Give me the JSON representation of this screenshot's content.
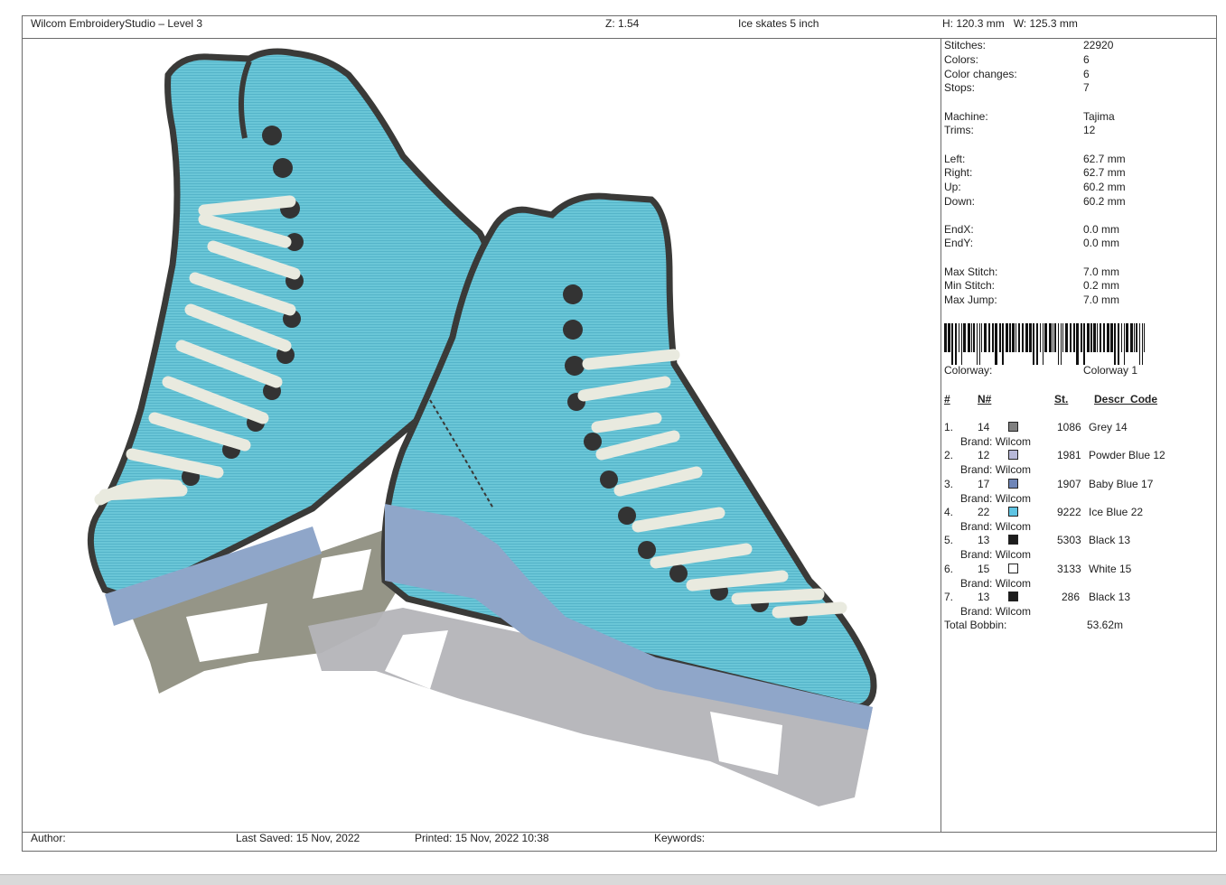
{
  "header": {
    "app_title": "Wilcom EmbroideryStudio – Level 3",
    "zoom": "Z: 1.54",
    "design_name": "Ice skates 5 inch",
    "size": "H: 120.3 mm   W: 125.3 mm"
  },
  "stats": [
    {
      "label": "Stitches:",
      "value": "22920"
    },
    {
      "label": "Colors:",
      "value": "6"
    },
    {
      "label": "Color changes:",
      "value": "6"
    },
    {
      "label": "Stops:",
      "value": "7"
    },
    {
      "label": "Machine:",
      "value": "Tajima"
    },
    {
      "label": "Trims:",
      "value": "12"
    },
    {
      "label": "Left:",
      "value": "62.7 mm"
    },
    {
      "label": "Right:",
      "value": "62.7 mm"
    },
    {
      "label": "Up:",
      "value": "60.2 mm"
    },
    {
      "label": "Down:",
      "value": "60.2 mm"
    },
    {
      "label": "EndX:",
      "value": "0.0 mm"
    },
    {
      "label": "EndY:",
      "value": "0.0 mm"
    },
    {
      "label": "Max Stitch:",
      "value": "7.0 mm"
    },
    {
      "label": "Min Stitch:",
      "value": "0.2 mm"
    },
    {
      "label": "Max Jump:",
      "value": "7.0 mm"
    }
  ],
  "colorway": {
    "label": "Colorway:",
    "value": "Colorway 1"
  },
  "color_table": {
    "headers": {
      "num": "#",
      "needle": "N#",
      "stitches": "St.",
      "descr": "Descr_Code"
    },
    "rows": [
      {
        "num": "1.",
        "needle": "14",
        "color": "#808080",
        "stitches": "1086",
        "descr": "Grey 14",
        "brand": "Brand: Wilcom"
      },
      {
        "num": "2.",
        "needle": "12",
        "color": "#b7b8d8",
        "stitches": "1981",
        "descr": "Powder Blue 12",
        "brand": "Brand: Wilcom"
      },
      {
        "num": "3.",
        "needle": "17",
        "color": "#6f86b8",
        "stitches": "1907",
        "descr": "Baby Blue 17",
        "brand": "Brand: Wilcom"
      },
      {
        "num": "4.",
        "needle": "22",
        "color": "#5ec4e3",
        "stitches": "9222",
        "descr": "Ice Blue 22",
        "brand": "Brand: Wilcom"
      },
      {
        "num": "5.",
        "needle": "13",
        "color": "#1c1c1c",
        "stitches": "5303",
        "descr": "Black 13",
        "brand": "Brand: Wilcom"
      },
      {
        "num": "6.",
        "needle": "15",
        "color": "#ffffff",
        "stitches": "3133",
        "descr": "White 15",
        "brand": "Brand: Wilcom"
      },
      {
        "num": "7.",
        "needle": "13",
        "color": "#1c1c1c",
        "stitches": "286",
        "descr": "Black 13",
        "brand": "Brand: Wilcom"
      }
    ]
  },
  "total_bobbin": {
    "label": "Total Bobbin:",
    "value": "53.62m"
  },
  "footer": {
    "author": "Author:",
    "last_saved": "Last Saved: 15 Nov, 2022",
    "printed": "Printed: 15 Nov, 2022 10:38",
    "keywords": "Keywords:"
  },
  "colors": {
    "skate_fill": "#66c4d6",
    "skate_outline": "#3a3a38",
    "sole": "#8fa6c9",
    "blade_back": "#8a8a7a",
    "blade_front": "#b4b4b8",
    "lace": "#e9eadf"
  }
}
